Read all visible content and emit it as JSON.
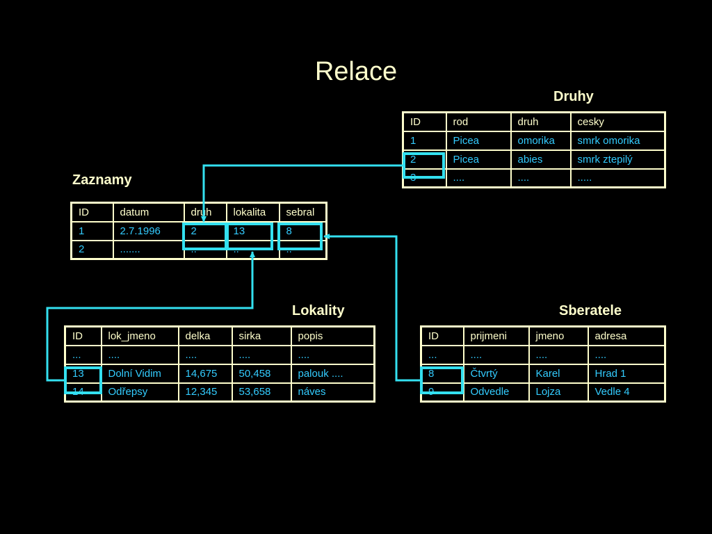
{
  "title": "Relace",
  "colors": {
    "background": "#000000",
    "text": "#ffffcc",
    "data": "#33ccff",
    "link": "#33e0f0"
  },
  "tables": {
    "druhy": {
      "label": "Druhy",
      "headers": [
        "ID",
        "rod",
        "druh",
        "cesky"
      ],
      "rows": [
        [
          "1",
          "Picea",
          "omorika",
          "smrk omorika"
        ],
        [
          "2",
          "Picea",
          "abies",
          "smrk ztepilý"
        ],
        [
          "3",
          "....",
          "....",
          "....."
        ]
      ]
    },
    "zaznamy": {
      "label": "Zaznamy",
      "headers": [
        "ID",
        "datum",
        "druh",
        "lokalita",
        "sebral"
      ],
      "rows": [
        [
          "1",
          "2.7.1996",
          "2",
          "13",
          "8"
        ],
        [
          "2",
          ".......",
          "..",
          "..",
          ".."
        ]
      ]
    },
    "lokality": {
      "label": "Lokality",
      "headers": [
        "ID",
        "lok_jmeno",
        "delka",
        "sirka",
        "popis"
      ],
      "rows": [
        [
          "...",
          "....",
          "....",
          "....",
          "...."
        ],
        [
          "13",
          "Dolní Vidim",
          "14,675",
          "50,458",
          "palouk ...."
        ],
        [
          "14",
          "Odřepsy",
          "12,345",
          "53,658",
          "náves"
        ]
      ]
    },
    "sberatele": {
      "label": "Sberatele",
      "headers": [
        "ID",
        "prijmeni",
        "jmeno",
        "adresa"
      ],
      "rows": [
        [
          "...",
          "....",
          "....",
          "...."
        ],
        [
          "8",
          "Čtvrtý",
          "Karel",
          "Hrad 1"
        ],
        [
          "9",
          "Odvedle",
          "Lojza",
          "Vedle 4"
        ]
      ]
    }
  }
}
